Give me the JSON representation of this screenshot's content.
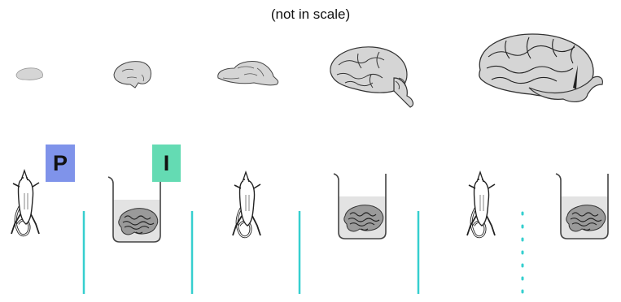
{
  "caption": "(not in scale)",
  "labels": {
    "p": {
      "text": "P",
      "color": "#7f93ea"
    },
    "i": {
      "text": "I",
      "color": "#64dbb3"
    }
  },
  "colors": {
    "separator": "#36cfcf",
    "brain_fill": "#d7d7d7",
    "liquid": "#e3e3e3",
    "outline": "#333333"
  },
  "brain_stages": [
    "stage-1",
    "stage-2",
    "stage-3",
    "stage-4",
    "stage-5"
  ],
  "sequence": [
    "rat",
    "beaker",
    "rat",
    "beaker",
    "rat",
    "beaker"
  ]
}
